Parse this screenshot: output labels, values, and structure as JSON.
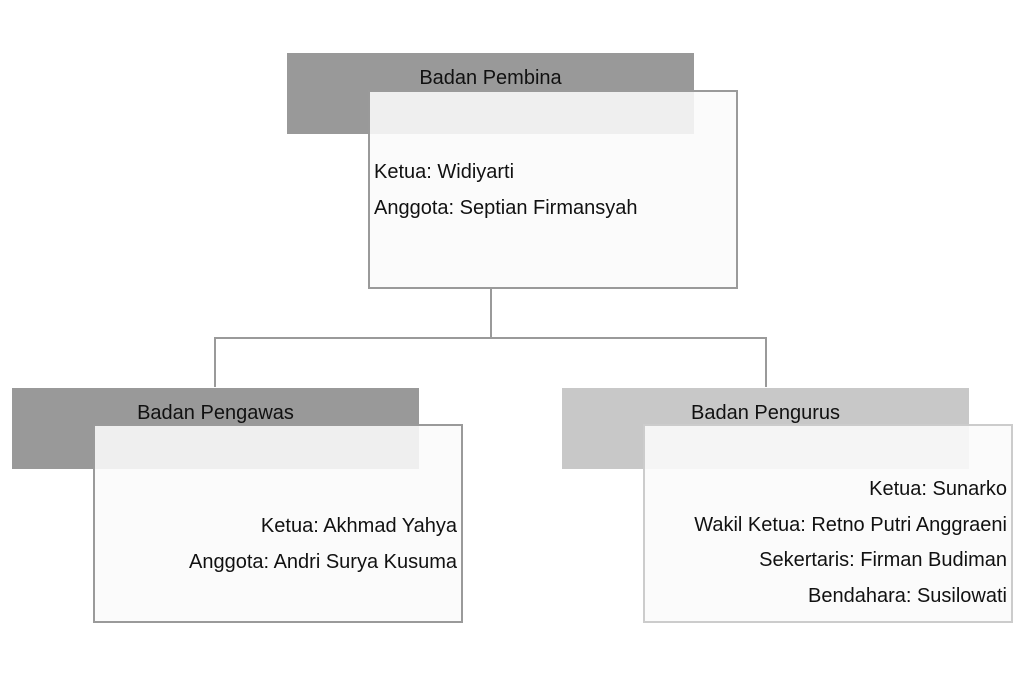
{
  "nodes": {
    "pembina": {
      "title": "Badan Pembina",
      "lines": [
        "Ketua: Widiyarti",
        "Anggota: Septian Firmansyah"
      ]
    },
    "pengawas": {
      "title": "Badan Pengawas",
      "lines": [
        "Ketua: Akhmad Yahya",
        "Anggota: Andri Surya Kusuma"
      ]
    },
    "pengurus": {
      "title": "Badan Pengurus",
      "lines": [
        "Ketua: Sunarko",
        "Wakil Ketua: Retno Putri Anggraeni",
        "Sekertaris: Firman Budiman",
        "Bendahara: Susilowati"
      ]
    }
  },
  "colors": {
    "header_dark": "#999999",
    "header_light": "#c8c8c8",
    "border": "#9a9a9a"
  }
}
